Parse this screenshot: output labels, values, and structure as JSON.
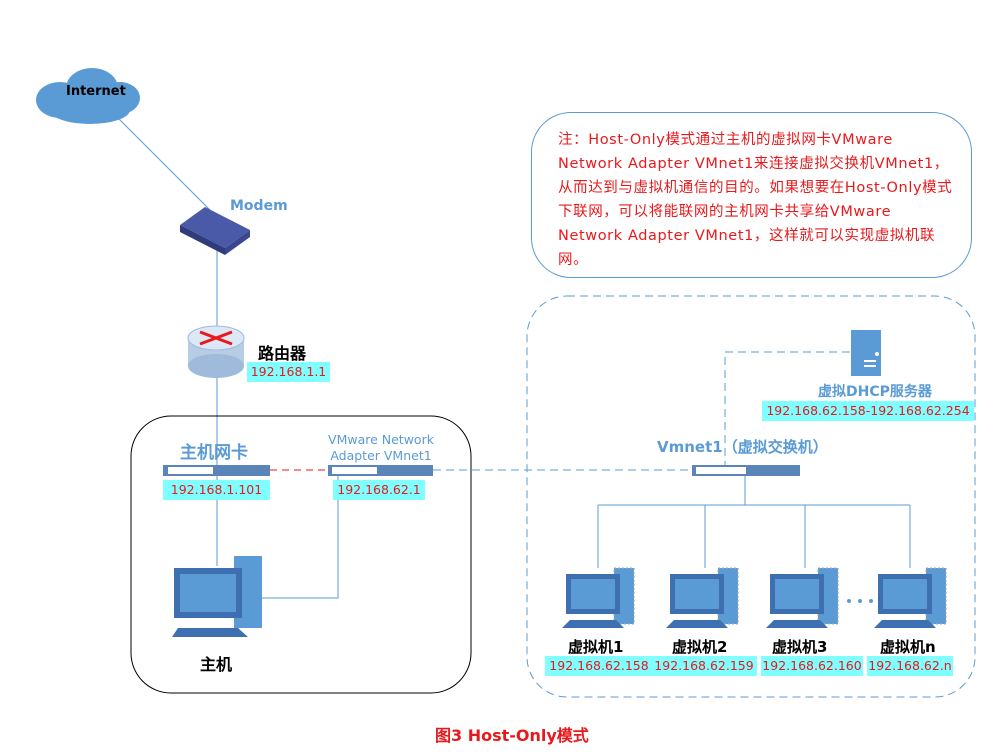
{
  "internet": {
    "label": "Internet"
  },
  "modem": {
    "label": "Modem"
  },
  "router": {
    "label": "路由器",
    "ip": "192.168.1.1"
  },
  "host": {
    "nic_label": "主机网卡",
    "nic_ip": "192.168.1.101",
    "vmnet_adapter_label_1": "VMware Network",
    "vmnet_adapter_label_2": "Adapter VMnet1",
    "vmnet_adapter_ip": "192.168.62.1",
    "pc_label": "主机"
  },
  "note": {
    "text": "注：Host-Only模式通过主机的虚拟网卡VMware Network Adapter VMnet1来连接虚拟交换机VMnet1，从而达到与虚拟机通信的目的。如果想要在Host-Only模式下联网，可以将能联网的主机网卡共享给VMware Network Adapter VMnet1，这样就可以实现虚拟机联网。"
  },
  "dhcp": {
    "label": "虚拟DHCP服务器",
    "range": "192.168.62.158-192.168.62.254"
  },
  "switch": {
    "label": "Vmnet1（虚拟交换机）"
  },
  "vms": [
    {
      "label": "虚拟机1",
      "ip": "192.168.62.158"
    },
    {
      "label": "虚拟机2",
      "ip": "192.168.62.159"
    },
    {
      "label": "虚拟机3",
      "ip": "192.168.62.160"
    },
    {
      "label": "虚拟机n",
      "ip": "192.168.62.n"
    }
  ],
  "ellipsis": "…",
  "caption": "图3  Host-Only模式",
  "colors": {
    "accent": "#5b9bd5",
    "ip_bg": "#7fffff",
    "ip_text": "#e8191c",
    "note_text": "#e8191c"
  }
}
